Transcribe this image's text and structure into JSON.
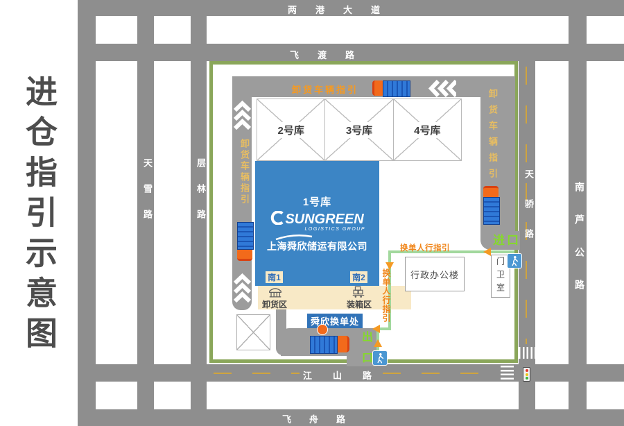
{
  "title": "进仓指引示意图",
  "colors": {
    "road_gray": "#8e8e8e",
    "driveway_gray": "#9c9c9c",
    "site_border_green": "#8aa65a",
    "path_green": "#a2d89d",
    "accent_orange": "#f59a23",
    "guide_gold": "#e7bd62",
    "brand_blue": "#3c85c5",
    "deep_blue": "#3173b8",
    "cream": "#f8e9c6",
    "entrance_green": "#85d92c",
    "dash_yellow": "#cfa43e",
    "truck_orange": "#f26a1b",
    "trailer_blue": "#2a6fd4"
  },
  "roads": {
    "lianggang": "两港大道",
    "feidu": "飞渡路",
    "tianxue": "天雪路",
    "cenglin": "层林路",
    "tianjiao": "天骄路",
    "nanlu": "南芦公路",
    "jiangshan": "江山路",
    "feizhou": "飞舟路"
  },
  "site": {
    "unloading_vehicle_guide": "卸货车辆指引",
    "exchange_pedestrian_guide": "换单人行指引",
    "warehouses": [
      "2号库",
      "3号库",
      "4号库"
    ],
    "warehouse1": "1号库",
    "logo": {
      "name": "SUNGREEN",
      "subtitle": "LOGISTICS GROUP",
      "company": "上海舜欣储运有限公司"
    },
    "south1": "南1",
    "south2": "南2",
    "unloading_area": "卸货区",
    "packing_area": "装箱区",
    "exchange_office": "舜欣换单处",
    "admin_building": "行政办公楼",
    "guard_room": "门卫室",
    "entrance": "进口",
    "exit": "出口"
  }
}
